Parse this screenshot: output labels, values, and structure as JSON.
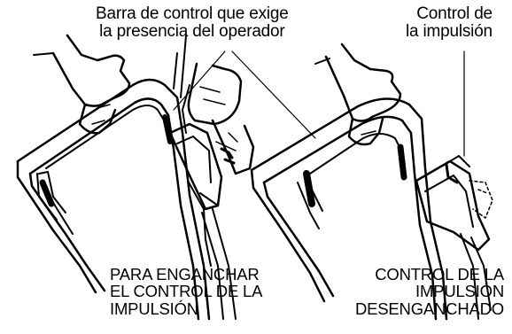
{
  "callouts": {
    "bar": {
      "lines": [
        "Barra de control que exige",
        "la presencia del operador"
      ]
    },
    "drive": {
      "lines": [
        "Control de",
        "la impulsión"
      ]
    }
  },
  "captions": {
    "engage": {
      "lines": [
        "PARA ENGANCHAR",
        "EL CONTROL DE LA",
        "IMPULSIÓN"
      ]
    },
    "disengaged": {
      "lines": [
        "CONTROL DE LA",
        "IMPULSIÓN",
        "DESENGANCHADO"
      ]
    }
  },
  "colors": {
    "ink": "#000000",
    "paper": "#ffffff"
  }
}
